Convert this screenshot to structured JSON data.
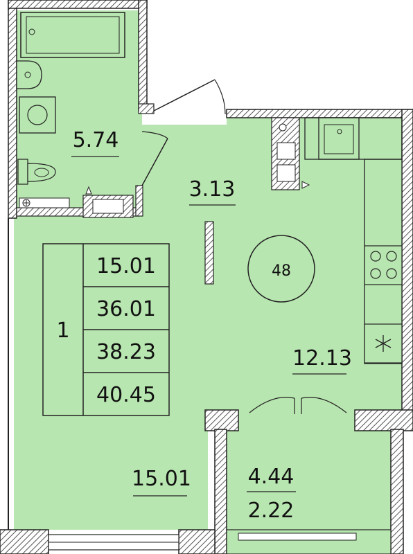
{
  "colors": {
    "floor": "#b8e6b0",
    "wall": "#2a2a2a",
    "wall_hatch": "#9a9a9a",
    "fixture": "#ffffff",
    "line": "#1a1a1a"
  },
  "rooms": {
    "bathroom": {
      "area": "5.74"
    },
    "hall": {
      "area": "3.13"
    },
    "living_room": {
      "area": "15.01"
    },
    "kitchen": {
      "area": "12.13"
    },
    "balcony": {
      "area": "4.44",
      "reduced_area": "2.22"
    }
  },
  "summary": {
    "rooms_count": "1",
    "living_area": "15.01",
    "total_area": "36.01",
    "total_area_with_balcony": "38.23",
    "full_area": "40.45"
  },
  "marker": {
    "label": "48"
  },
  "icons": {
    "bathtub": "bathtub-icon",
    "sink": "sink-icon",
    "washer": "washing-machine-icon",
    "toilet": "toilet-icon",
    "stove": "stove-icon",
    "fan": "ventilation-icon"
  }
}
